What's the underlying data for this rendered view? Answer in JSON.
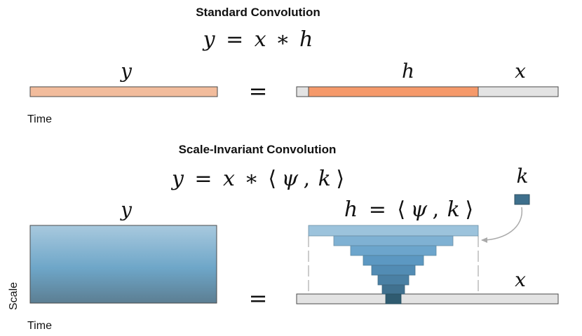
{
  "standard": {
    "heading": "Standard Convolution",
    "equation": {
      "lhs": "y",
      "eq": "=",
      "a": "x",
      "op": "∗",
      "b": "h"
    },
    "y_label": "y",
    "h_label": "h",
    "x_label": "x",
    "equals": "=",
    "time_label": "Time"
  },
  "scale_invariant": {
    "heading": "Scale-Invariant Convolution",
    "equation": {
      "lhs": "y",
      "eq": "=",
      "a": "x",
      "op": "∗",
      "open": "⟨",
      "psi": "ψ",
      "comma": ",",
      "k": "k",
      "close": "⟩"
    },
    "y_label": "y",
    "h_equation": {
      "h": "h",
      "eq": "=",
      "open": "⟨",
      "psi": "ψ",
      "comma": ",",
      "k": "k",
      "close": "⟩"
    },
    "k_label": "k",
    "x_label": "x",
    "equals": "=",
    "time_label": "Time",
    "scale_label": "Scale"
  },
  "colors": {
    "y_standard": "#f2bc9c",
    "h_standard": "#f5996a",
    "x_bar": "#e3e3e3",
    "outline": "#4a4a4a",
    "heat_top": "#a8c9de",
    "heat_mid": "#6ea6c8",
    "heat_bottom": "#5c7e92",
    "kernel_top": "#93bdd8",
    "kernel_bottom": "#2f5b70",
    "k_block": "#3e6f8c",
    "arrow": "#aaaaaa",
    "dash": "#aaaaaa"
  }
}
